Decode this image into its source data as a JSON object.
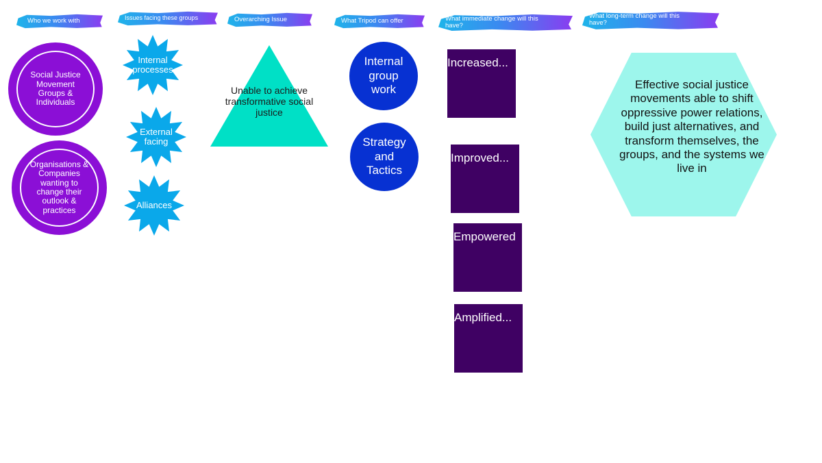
{
  "headers": {
    "who": "Who we work with",
    "issues": "Issues facing these groups",
    "overarching": "Overarching Issue",
    "offer": "What Tripod can offer",
    "immediate": "What immediate change will this have?",
    "longterm": "What long-term change will this have?"
  },
  "groups": [
    "Social Justice Movement Groups & Individuals",
    "Organisations & Companies wanting to change their outlook & practices"
  ],
  "issues": [
    "Internal processes",
    "External facing",
    "Alliances"
  ],
  "overarching_issue": "Unable to achieve transformative social justice",
  "offers": [
    "Internal group work",
    "Strategy and Tactics"
  ],
  "immediate_changes": [
    "Increased...",
    "Improved...",
    "Empowered",
    "Amplified..."
  ],
  "long_term_change": "Effective social justice movements able to shift oppressive power relations, build just alternatives, and transform themselves, the groups, and the systems we live in",
  "colors": {
    "header_start": "#1fb4ea",
    "header_end": "#8a3cf0",
    "group_circle": "#8b0fd6",
    "issue_burst": "#0aa8ea",
    "overarching_triangle": "#00e0c6",
    "offer_circle": "#0731d2",
    "change_square": "#3f0163",
    "longterm_hexagon": "#9df6ec"
  }
}
